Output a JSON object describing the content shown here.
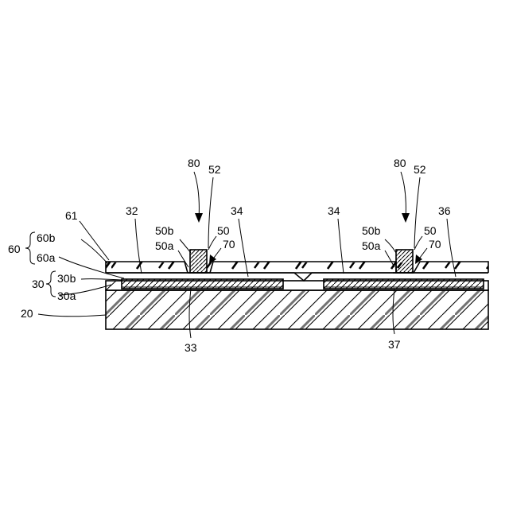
{
  "labels": {
    "l80_left": "80",
    "l52_left": "52",
    "l61": "61",
    "l32": "32",
    "l34_left": "34",
    "l34_right": "34",
    "l80_right": "80",
    "l52_right": "52",
    "l36": "36",
    "l60": "60",
    "l60b": "60b",
    "l60a": "60a",
    "l50b_left": "50b",
    "l50_left": "50",
    "l50a_left": "50a",
    "l70_left": "70",
    "l50b_right": "50b",
    "l50_right": "50",
    "l50a_right": "50a",
    "l70_right": "70",
    "l30": "30",
    "l30b": "30b",
    "l30a": "30a",
    "l20": "20",
    "l33": "33",
    "l37": "37"
  }
}
